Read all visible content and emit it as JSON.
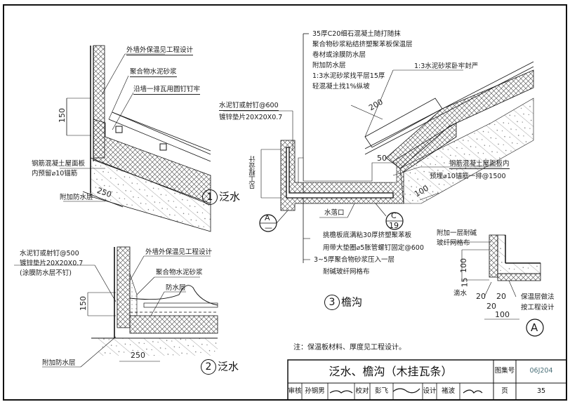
{
  "detail1": {
    "number": "1",
    "title": "泛水",
    "labels": {
      "wall_insulation": "外墙外保温见工程设计",
      "polymer_mortar": "聚合物水泥砂浆",
      "nail_row": "沿墙一排瓦用圆钉钉牢",
      "slab_line1": "钢筋混凝土屋面板",
      "slab_line2": "内预留⌀10锚筋",
      "extra_waterproof": "附加防水层"
    },
    "dims": {
      "height": "150",
      "width": "250"
    }
  },
  "detail2": {
    "number": "2",
    "title": "泛水",
    "labels": {
      "nail_line1": "水泥钉或射钉@500",
      "nail_line2": "镀锌垫片20X20X0.7",
      "nail_line3": "(涂膜防水层不钉)",
      "wall_insulation": "外墙外保温见工程设计",
      "polymer_mortar": "聚合物水泥砂浆",
      "waterproof": "防水层",
      "extra_waterproof": "附加防水层"
    },
    "dims": {
      "height": "150",
      "width": "250"
    }
  },
  "detail3": {
    "number": "3",
    "title": "檐沟",
    "layers": [
      "35厚C20细石混凝土随打随抹",
      "聚合物砂浆粘结挤塑聚苯板保温层",
      "卷材或涂膜防水层",
      "附加防水层",
      "1:3水泥砂浆找平层15厚",
      "轻混凝土找1%纵坡"
    ],
    "labels": {
      "mortar_seal": "1:3水泥砂浆卧牢封严",
      "nail_line1": "水泥钉或射钉@600",
      "nail_line2": "镀锌垫片20X20X0.7",
      "slab_line1": "钢筋混凝土屋面板内",
      "slab_line2": "预埋⌀10锚筋一排@1500",
      "design_height": "见工程设计",
      "drain": "水落口",
      "soffit_line1": "挑檐板底满粘30厚挤塑聚苯板",
      "soffit_line2": "用带大垫圈⌀5胀管螺钉固定@600",
      "mesh_line1": "3~5厚聚合物砂浆压入一层",
      "mesh_line2": "耐碱玻纤网格布"
    },
    "refs": {
      "a_top": "A",
      "a_bottom": "—",
      "c_top": "C",
      "c_bottom": "19"
    },
    "dims": {
      "d200": "200",
      "d50": "50",
      "d100": "100"
    }
  },
  "detailA": {
    "label": "A",
    "labels": {
      "mesh_line1": "附加一层耐碱",
      "mesh_line2": "玻纤网格布",
      "drip": "滴水",
      "insul_line1": "保温层做法",
      "insul_line2": "按工程设计"
    },
    "dims": {
      "d100v": "100",
      "d15": "15",
      "d20a": "20",
      "d20b": "20",
      "d20c": "20",
      "d100h": "100"
    }
  },
  "note": "注：保温板材料、厚度见工程设计。",
  "title_block": {
    "title": "泛水、檐沟（木挂瓦条）",
    "atlas_label": "图集号",
    "atlas_value": "06J204",
    "page_label": "页",
    "page_value": "35",
    "review_label": "审核",
    "reviewer": "孙钢男",
    "check_label": "校对",
    "checker": "彭飞",
    "design_label": "设计",
    "designer": "褚波"
  },
  "colors": {
    "line": "#111111",
    "hatch": "#555555",
    "paper": "#ffffff"
  }
}
